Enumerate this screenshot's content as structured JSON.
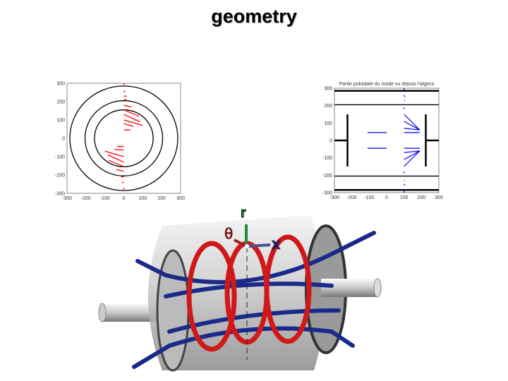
{
  "slide": {
    "title": "geometry"
  },
  "plot_left": {
    "title": "",
    "xlim": [
      -300,
      300
    ],
    "ylim": [
      -300,
      300
    ],
    "xticks": [
      "-300",
      "-200",
      "-100",
      "0",
      "100",
      "200",
      "300"
    ],
    "yticks": [
      "300",
      "200",
      "100",
      "0",
      "-100",
      "-200",
      "-300"
    ],
    "circle_radii": [
      155,
      205,
      285
    ],
    "vector_color": "#ff0000"
  },
  "plot_right": {
    "title": "Partie poloidale du mode vu depuis l'algeco",
    "xlim": [
      -300,
      300
    ],
    "ylim": [
      -300,
      300
    ],
    "xticks": [
      "-300",
      "-200",
      "-100",
      "0",
      "100",
      "200",
      "300"
    ],
    "yticks": [
      "300",
      "200",
      "100",
      "0",
      "-100",
      "-200",
      "-300"
    ],
    "hlines": [
      285,
      205,
      -205,
      -285
    ],
    "vector_color": "#0000ff"
  },
  "render3d": {
    "axis_r": "r",
    "axis_theta": "θ",
    "axis_x": "x",
    "r_color": "#1a8a3a",
    "theta_color": "#cc1010",
    "x_color": "#1a2a8a"
  }
}
